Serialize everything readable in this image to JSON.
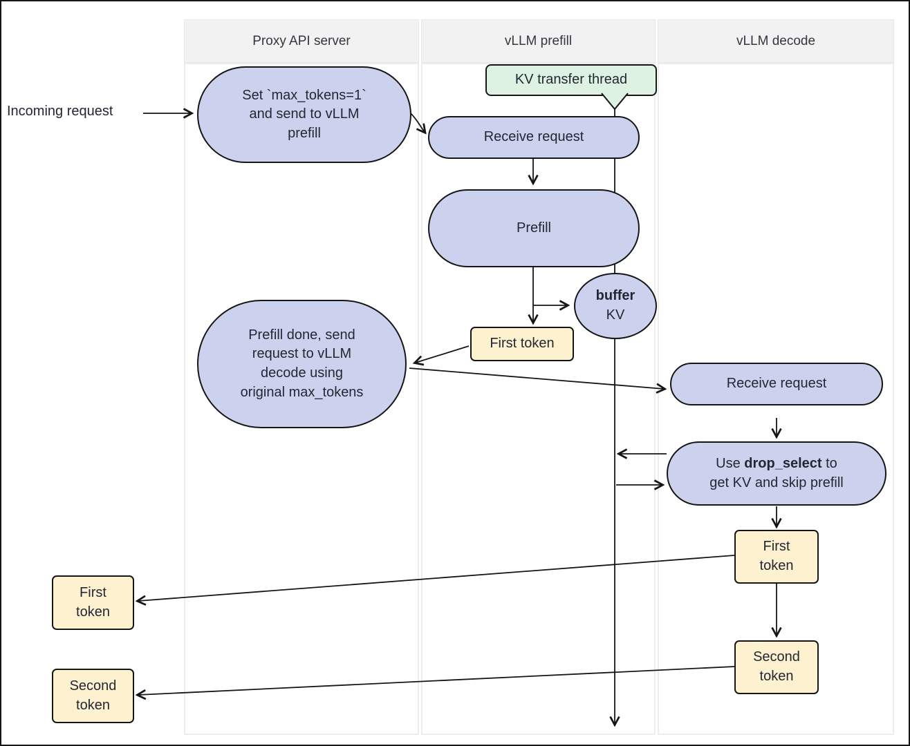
{
  "lanes": {
    "proxy": "Proxy API server",
    "prefill": "vLLM prefill",
    "decode": "vLLM decode"
  },
  "labels": {
    "incoming_request": "Incoming request"
  },
  "note": {
    "kv_transfer_thread": "KV transfer thread"
  },
  "nodes": {
    "set_max_tokens": [
      "Set `max_tokens=1`",
      "and send to vLLM",
      "prefill"
    ],
    "receive_request_prefill": "Receive request",
    "prefill": "Prefill",
    "buffer_kv": {
      "bold": "buffer",
      "rest": "KV"
    },
    "first_token_prefill": "First token",
    "prefill_done": [
      "Prefill done, send",
      "request to vLLM",
      "decode using",
      "original max_tokens"
    ],
    "receive_request_decode": "Receive request",
    "drop_select": {
      "use": "Use ",
      "keyword": "drop_select",
      "to": " to",
      "line2": "get KV and skip prefill"
    },
    "first_token_decode": [
      "First",
      "token"
    ],
    "second_token_decode": [
      "Second",
      "token"
    ],
    "first_token_left": [
      "First",
      "token"
    ],
    "second_token_left": [
      "Second",
      "token"
    ]
  },
  "colors": {
    "node_fill": "#ccd2ee",
    "token_fill": "#fdf1d0",
    "note_fill": "#ddf2e3",
    "border": "#151515",
    "lane_header_bg": "#f2f2f2"
  }
}
